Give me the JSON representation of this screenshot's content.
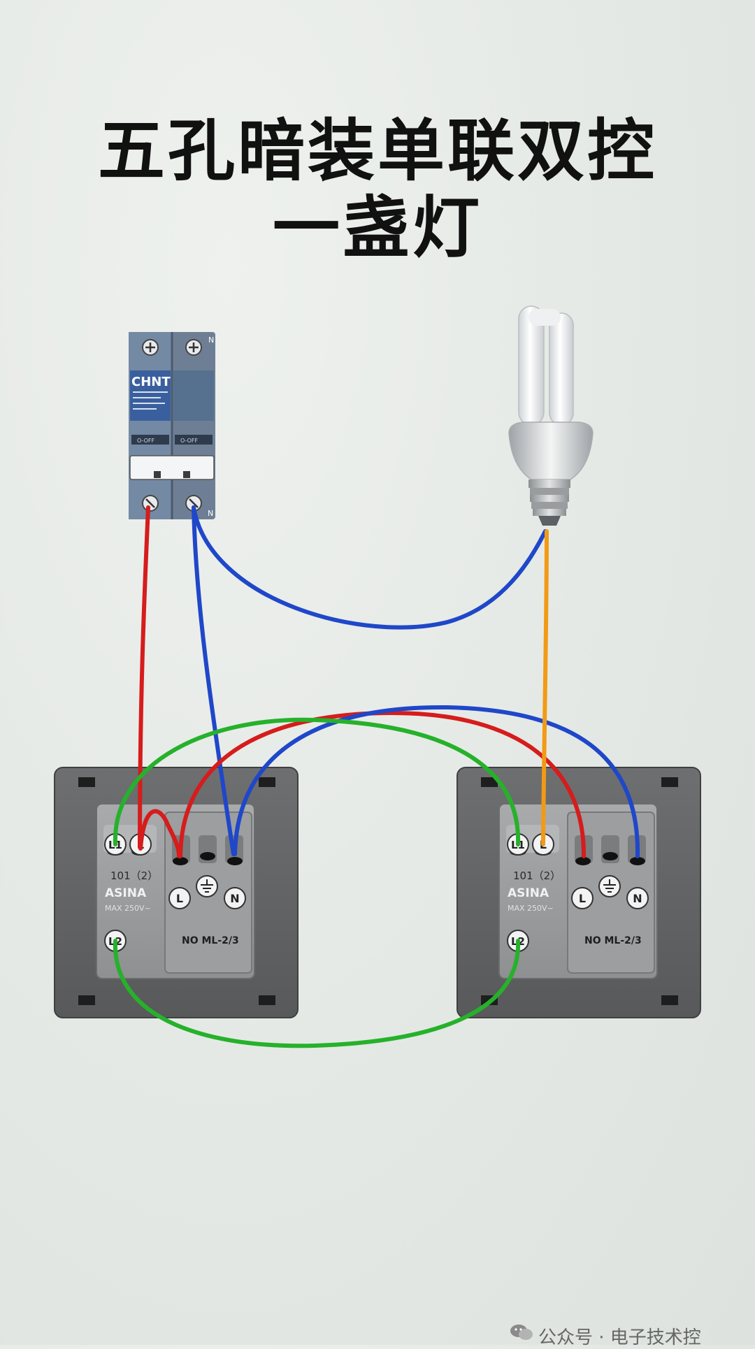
{
  "title": {
    "line1": "五孔暗装单联双控",
    "line2": "一盏灯"
  },
  "breaker": {
    "brand": "CHNT",
    "left_label": "",
    "right_label": "N",
    "bottom_right_label": "N",
    "toggle_text": "O-OFF"
  },
  "switch_panels": [
    {
      "brand": "ASINA",
      "model": "101（2）",
      "rating": "MAX 250V~",
      "socket_model": "NO ML-2/3",
      "terminals": {
        "l1": "L1",
        "l": "L",
        "l2": "L2",
        "socket_l": "L",
        "socket_n": "N"
      }
    },
    {
      "brand": "ASINA",
      "model": "101（2）",
      "rating": "MAX 250V~",
      "socket_model": "NO ML-2/3",
      "terminals": {
        "l1": "L1",
        "l": "L",
        "l2": "L2",
        "socket_l": "L",
        "socket_n": "N"
      }
    }
  ],
  "wire_colors": {
    "live": "#d61c1c",
    "neutral": "#1f47c9",
    "traveler": "#26b12b",
    "lamp": "#f29a16"
  },
  "watermark": "公众号 · 电子技术控"
}
